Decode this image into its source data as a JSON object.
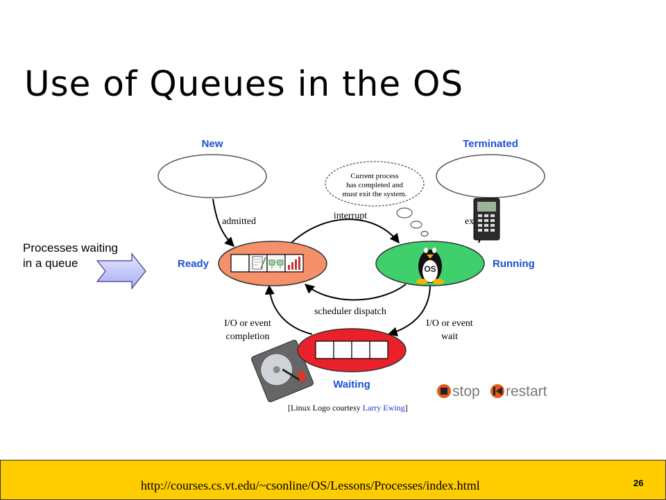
{
  "slide": {
    "title": "Use of Queues in the OS",
    "side_label_line1": "Processes waiting",
    "side_label_line2": "in a queue",
    "footer_url": "http://courses.cs.vt.edu/~csonline/OS/Lessons/Processes/index.html",
    "page_number": "26"
  },
  "diagram": {
    "states": {
      "new": "New",
      "terminated": "Terminated",
      "ready": "Ready",
      "running": "Running",
      "waiting": "Waiting"
    },
    "transitions": {
      "admitted": "admitted",
      "interrupt": "interrupt",
      "exit": "ex",
      "scheduler_dispatch": "scheduler dispatch",
      "io_completion_1": "I/O or event",
      "io_completion_2": "completion",
      "io_wait_1": "I/O or event",
      "io_wait_2": "wait"
    },
    "thought_bubble": {
      "line1": "Current process",
      "line2": "has completed and",
      "line3": "must exit the system."
    },
    "os_badge": "OS",
    "credit_prefix": "[Linux Logo courtesy ",
    "credit_name": "Larry Ewing",
    "credit_suffix": "]",
    "controls": {
      "stop": "stop",
      "restart": "restart"
    },
    "colors": {
      "state_label": "#1a4fd6",
      "ready_fill": "#f4906a",
      "running_fill": "#3fcf6c",
      "waiting_fill": "#e8212a",
      "footer": "#ffcc00",
      "control_icon": "#e05a1a"
    }
  }
}
